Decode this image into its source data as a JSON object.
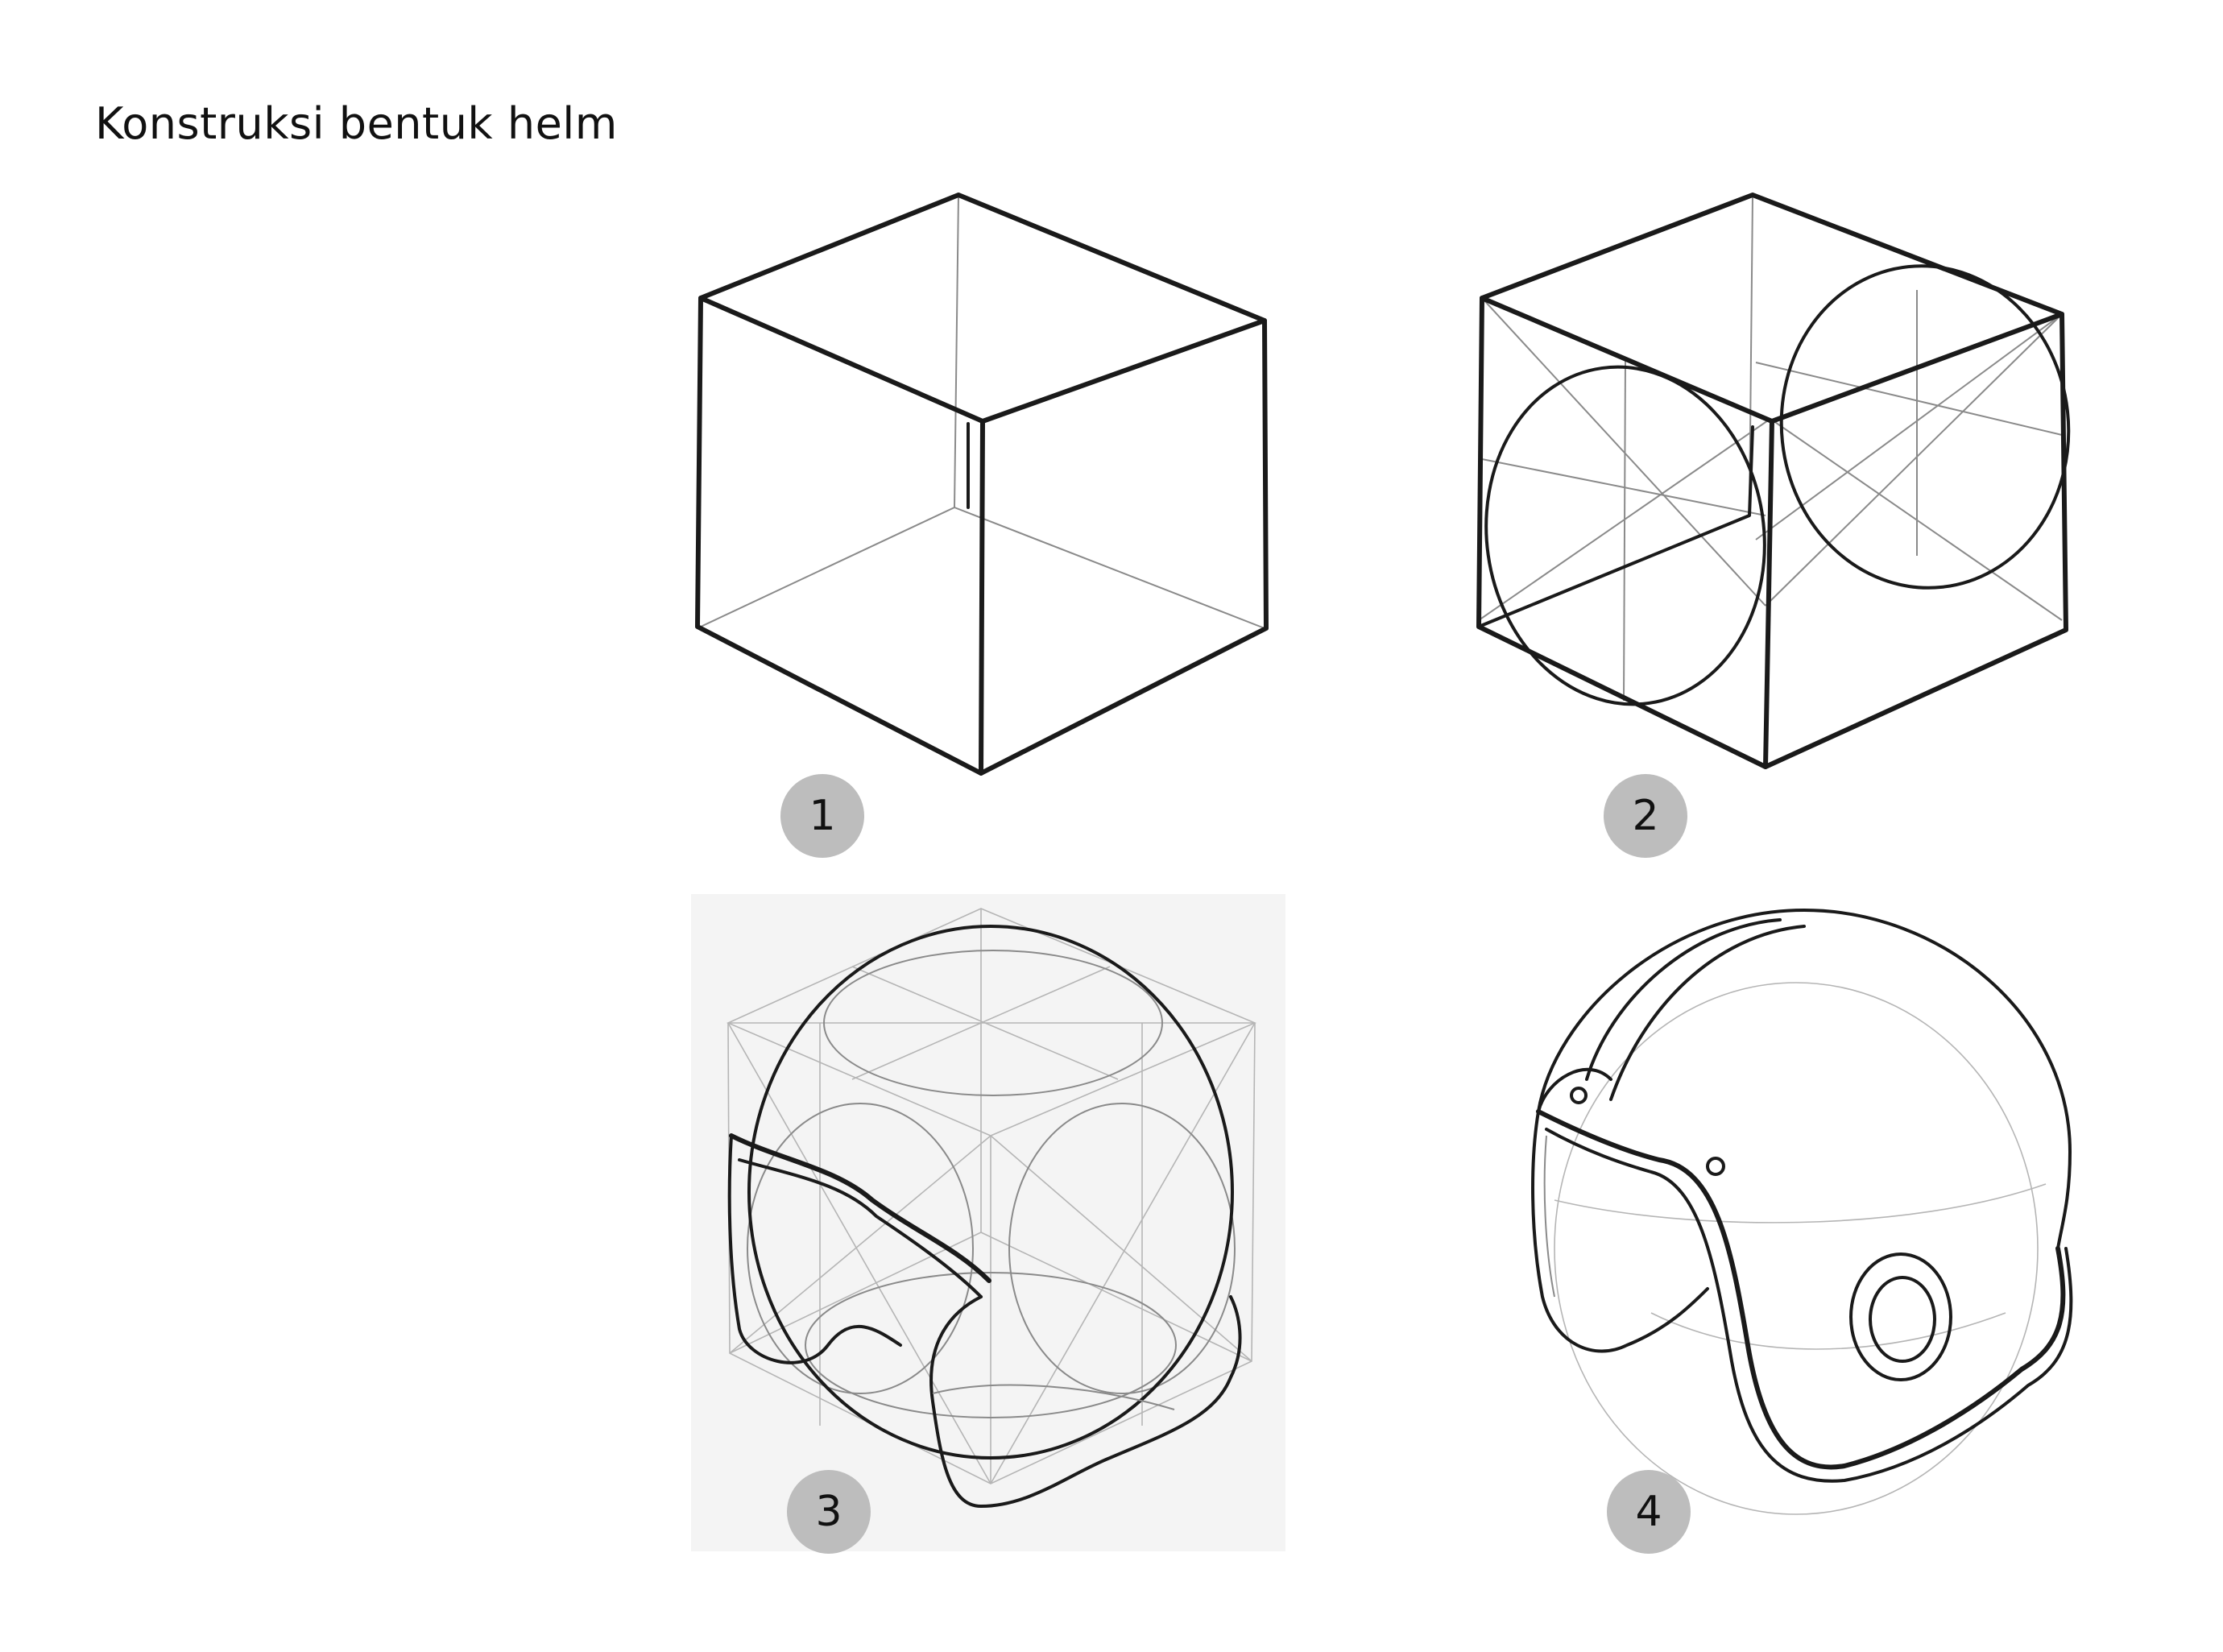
{
  "title": "Konstruksi bentuk helm",
  "steps": [
    {
      "number": "1"
    },
    {
      "number": "2"
    },
    {
      "number": "3"
    },
    {
      "number": "4"
    }
  ],
  "colors": {
    "badge": "#bdbdbd",
    "ink": "#1a1a1a",
    "panel3_background": "#f4f4f4"
  }
}
